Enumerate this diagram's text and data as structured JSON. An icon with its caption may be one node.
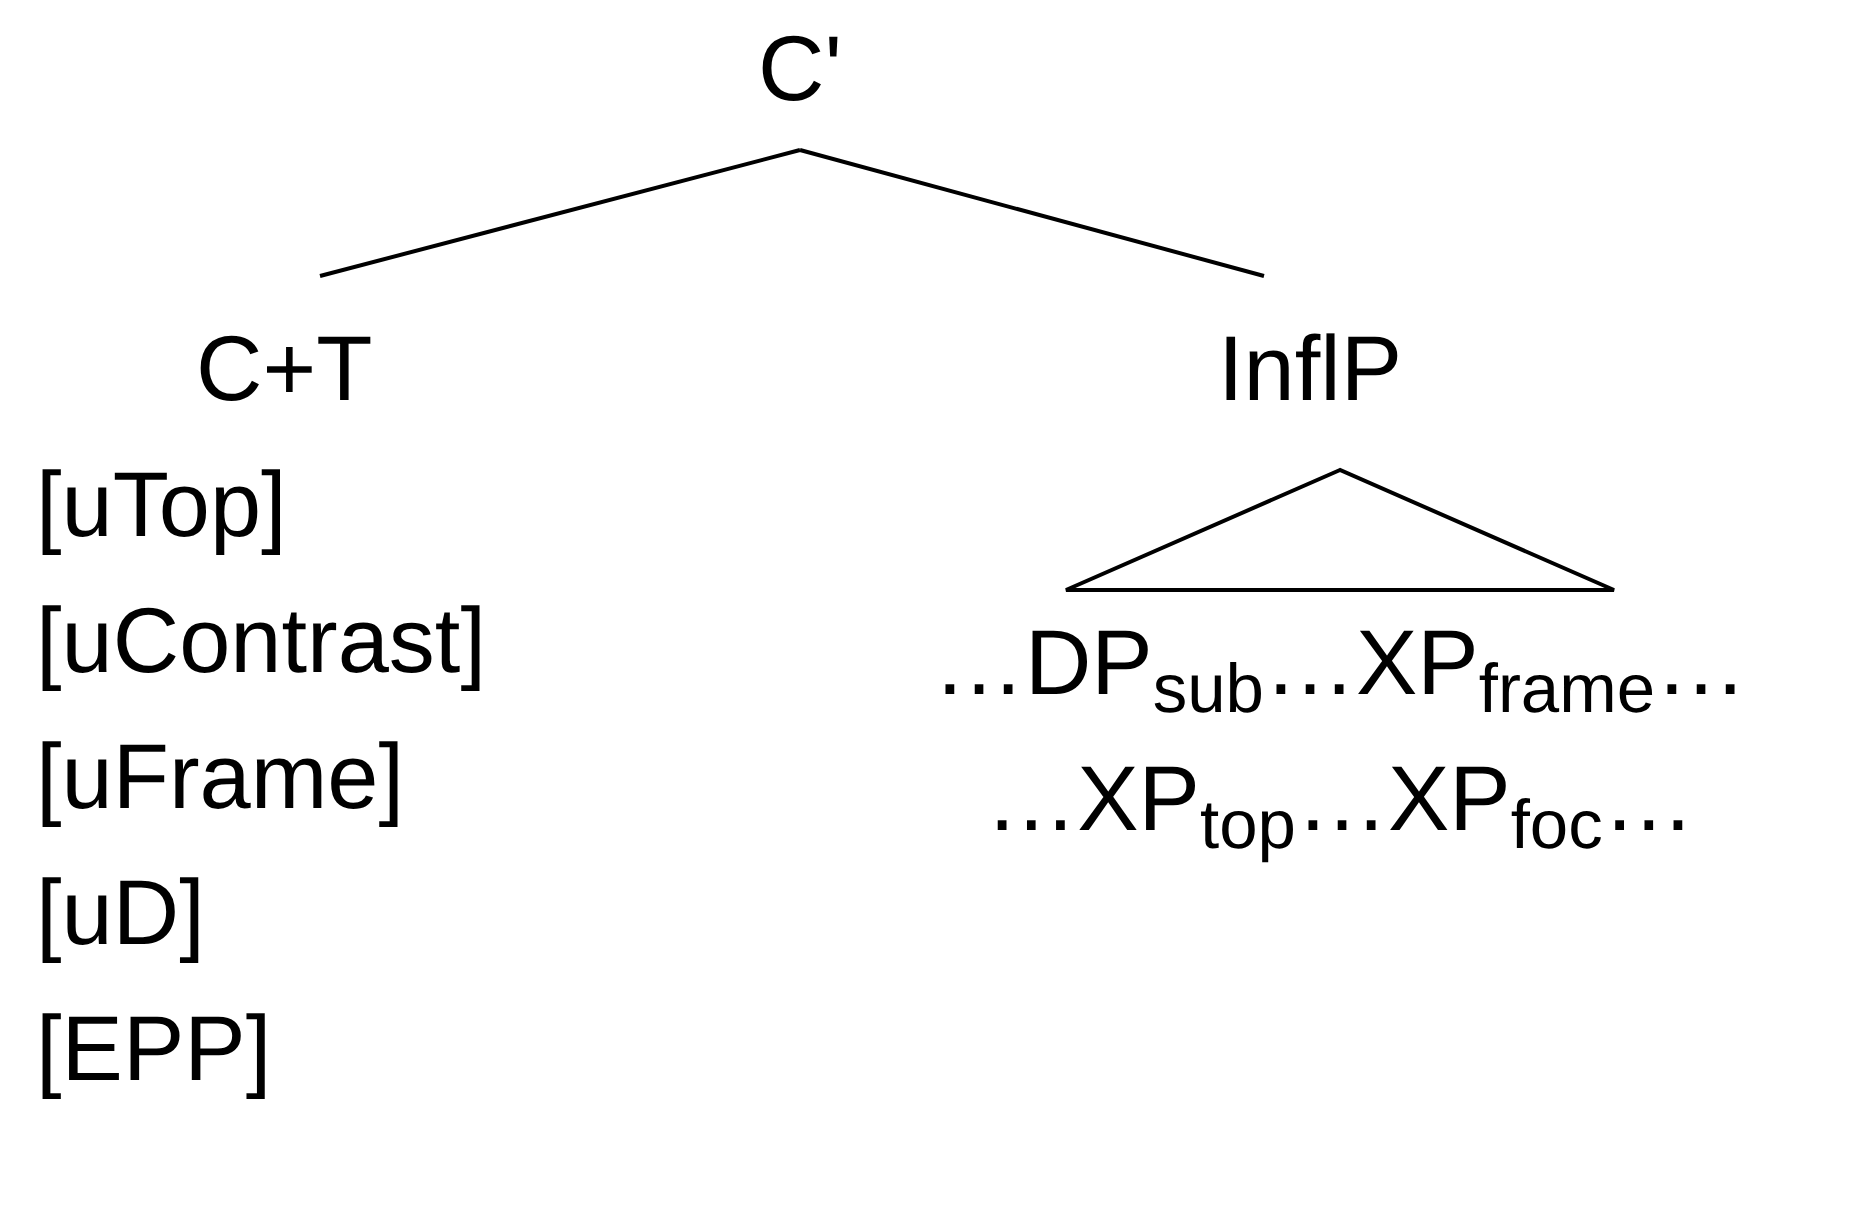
{
  "diagram": {
    "nodes": [
      {
        "text": [
          "C'"
        ]
      },
      {
        "text": [
          "C+T",
          "[uTop]",
          "[uContrast]",
          "[uFrame]",
          "[uD]",
          "[EPP]"
        ]
      },
      {
        "text": [
          "InflP"
        ]
      },
      {
        "text": [
          "…DP$_{sub}$…XP$_{frame}$…",
          "…XP$_{top}$…XP$_{foc}$…"
        ]
      }
    ],
    "edges": [
      {
        "from": 0,
        "to": 1,
        "arrow": "none"
      },
      {
        "from": 0,
        "to": 2,
        "arrow": "none"
      }
    ]
  }
}
